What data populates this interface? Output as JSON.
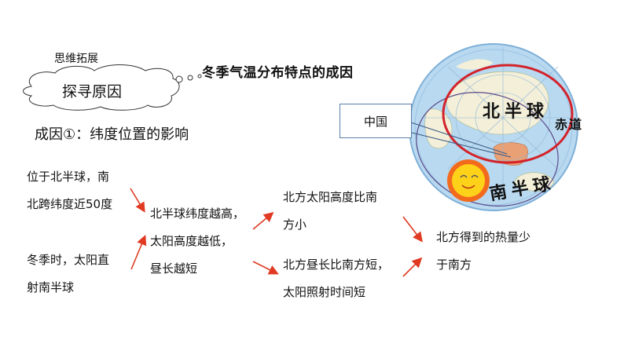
{
  "header": {
    "thinking_label": "思维拓展",
    "cloud_label": "探寻原因",
    "title": "冬季气温分布特点的成因",
    "cause_heading": "成因①：纬度位置的影响"
  },
  "globe": {
    "callout_label": "中国",
    "northern_hemisphere": "北半球",
    "equator": "赤道",
    "southern_hemisphere": "南半球",
    "colors": {
      "ocean": "#b9d9f0",
      "land": "#f3efd9",
      "circle": "#d3222a",
      "china": "#e9a074"
    }
  },
  "flow": {
    "cause_a": [
      "位于北半球，南",
      "北跨纬度近50度"
    ],
    "cause_b": [
      "冬季时，太阳直",
      "射南半球"
    ],
    "middle": [
      "北半球纬度越高，",
      "太阳高度越低，",
      "昼长越短"
    ],
    "effect_a": [
      "北方太阳高度比南",
      "方小"
    ],
    "effect_b": [
      "北方昼长比南方短，",
      "太阳照射时间短"
    ],
    "result": [
      "北方得到的热量少",
      "于南方"
    ],
    "arrow_color": "#e03a22"
  }
}
